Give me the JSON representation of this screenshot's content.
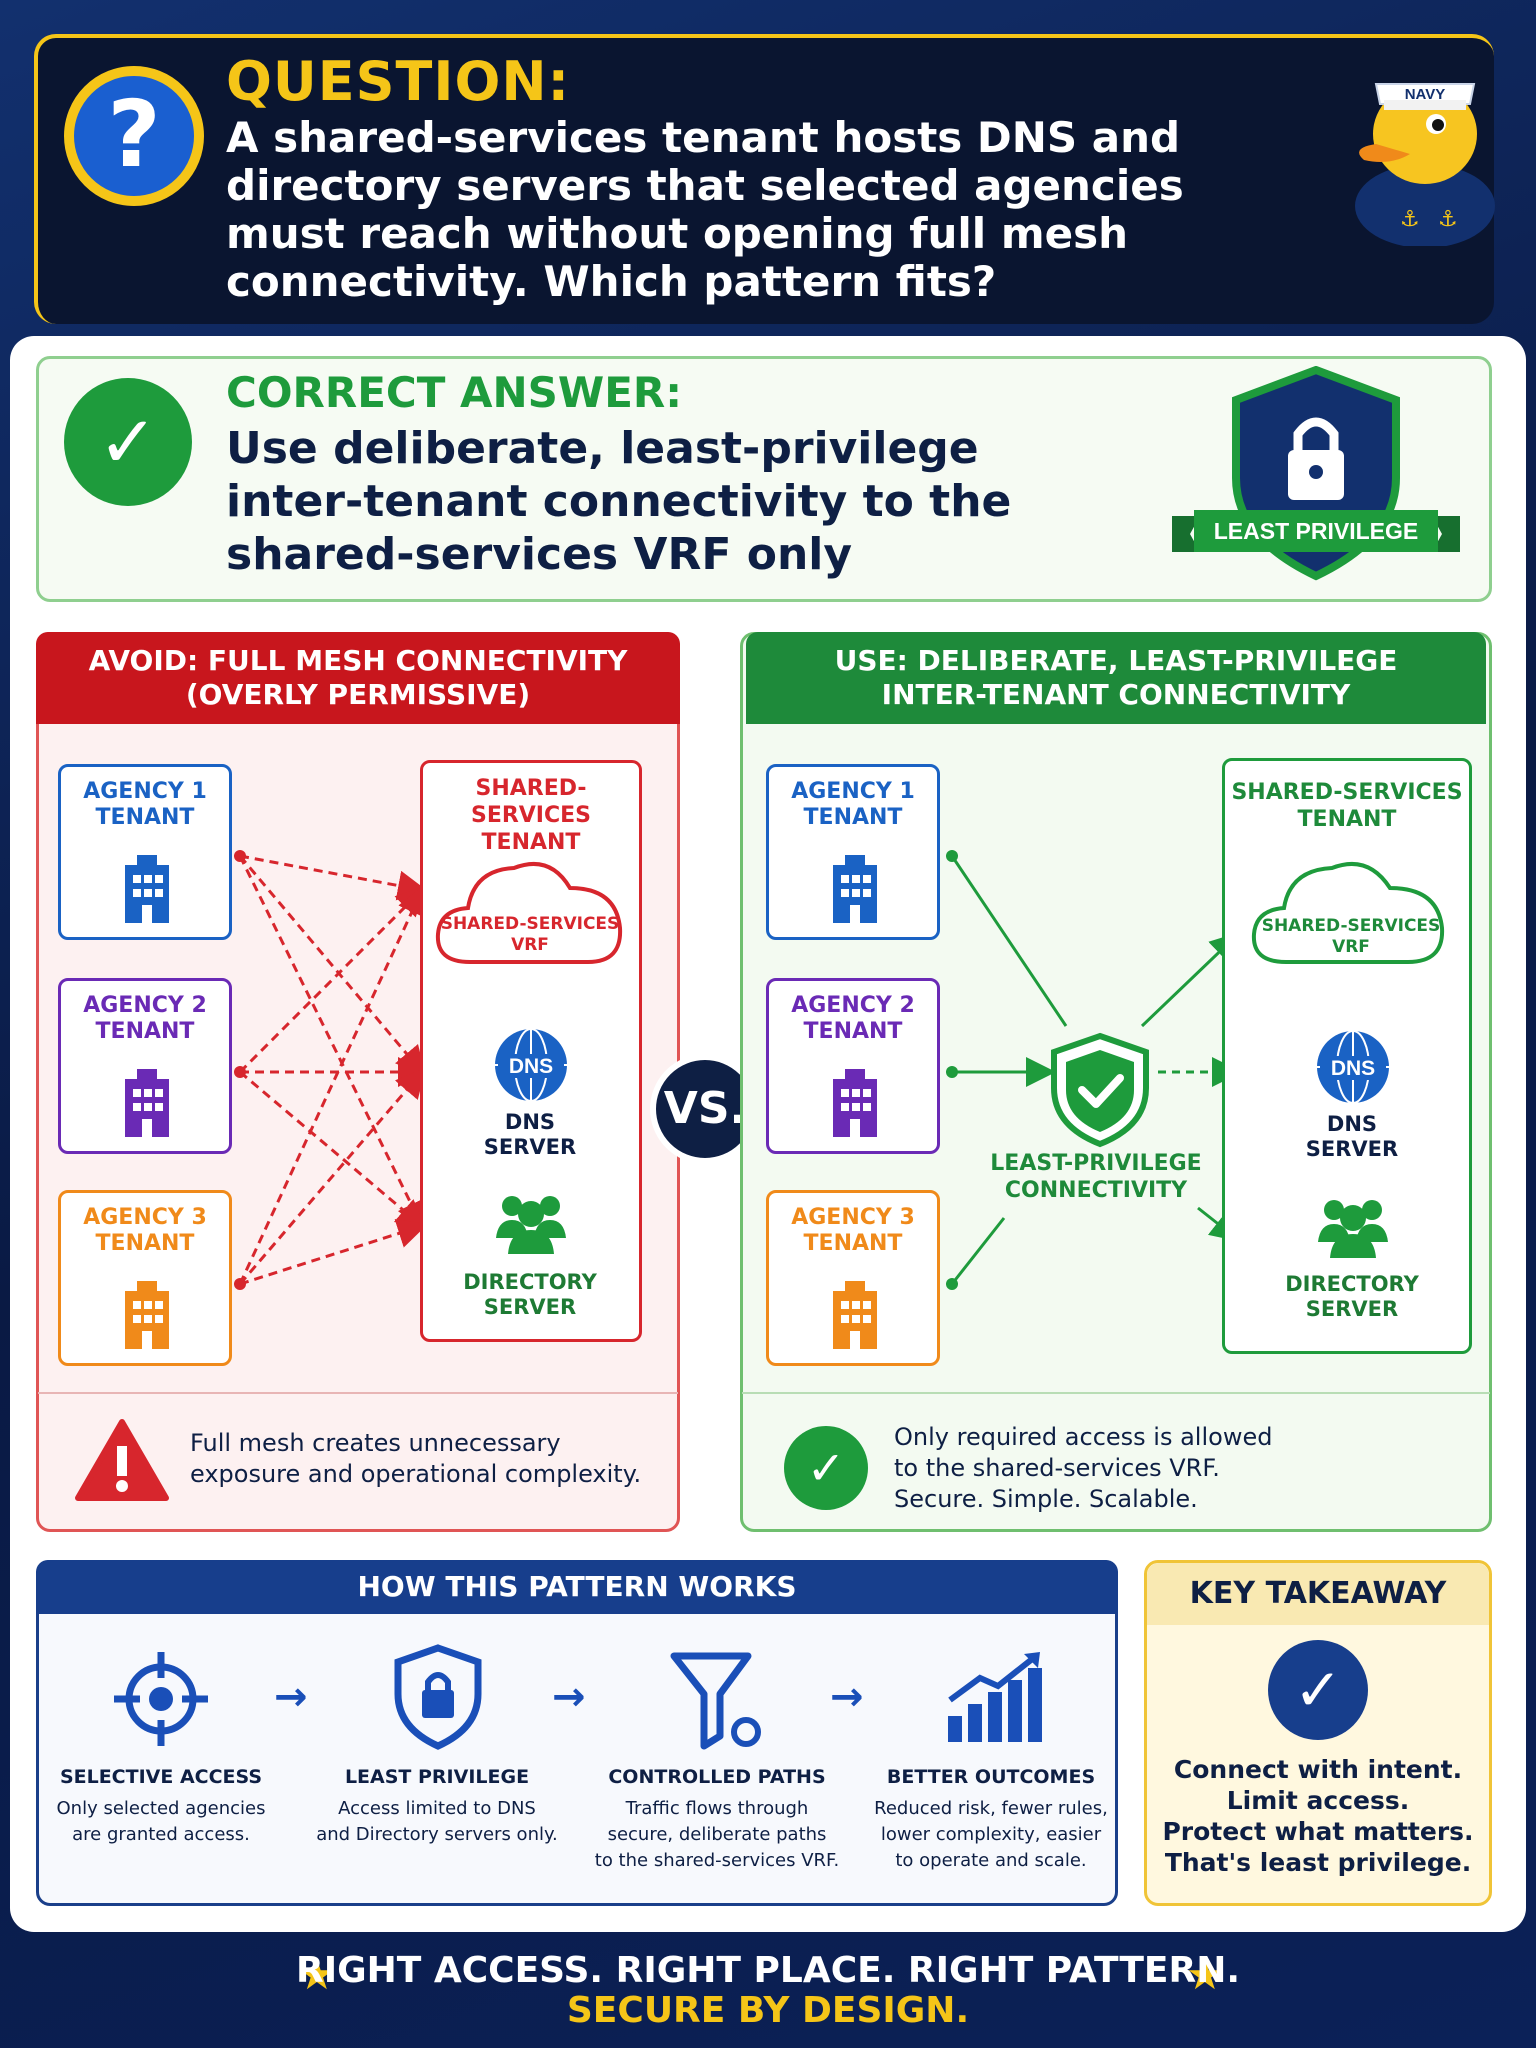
{
  "question": {
    "title": "QUESTION:",
    "text": "A shared-services tenant hosts DNS and directory servers that selected agencies must reach without opening full mesh connectivity. Which pattern fits?",
    "icon": "question-mark-icon",
    "mascot_hat_text": "NAVY"
  },
  "answer": {
    "title": "CORRECT ANSWER:",
    "text": "Use deliberate, least-privilege inter-tenant connectivity to the shared-services VRF  only",
    "badge_label": "LEAST PRIVILEGE"
  },
  "avoid": {
    "header": "AVOID: FULL MESH CONNECTIVITY\n(OVERLY PERMISSIVE)",
    "tenants": [
      "AGENCY 1\nTENANT",
      "AGENCY 2\nTENANT",
      "AGENCY 3\nTENANT"
    ],
    "shared_title": "SHARED-SERVICES\nTENANT",
    "vrf_label": "SHARED-SERVICES\nVRF",
    "dns_icon_text": "DNS",
    "dns_label": "DNS\nSERVER",
    "directory_label": "DIRECTORY\nSERVER",
    "note": "Full mesh creates unnecessary\nexposure and operational complexity."
  },
  "vs_label": "VS.",
  "use": {
    "header": "USE: DELIBERATE, LEAST-PRIVILEGE\nINTER-TENANT CONNECTIVITY",
    "tenants": [
      "AGENCY 1\nTENANT",
      "AGENCY 2\nTENANT",
      "AGENCY 3\nTENANT"
    ],
    "center_label": "LEAST-PRIVILEGE\nCONNECTIVITY",
    "shared_title": "SHARED-SERVICES\nTENANT",
    "vrf_label": "SHARED-SERVICES\nVRF",
    "dns_icon_text": "DNS",
    "dns_label": "DNS\nSERVER",
    "directory_label": "DIRECTORY\nSERVER",
    "note": "Only required access is allowed\nto the shared-services VRF.\nSecure. Simple. Scalable."
  },
  "how": {
    "header": "HOW THIS PATTERN WORKS",
    "steps": [
      {
        "title": "SELECTIVE ACCESS",
        "desc": "Only selected agencies\nare granted access.",
        "icon": "crosshair-icon"
      },
      {
        "title": "LEAST PRIVILEGE",
        "desc": "Access limited to DNS\nand Directory servers only.",
        "icon": "shield-lock-icon"
      },
      {
        "title": "CONTROLLED PATHS",
        "desc": "Traffic flows through\nsecure, deliberate paths\nto the shared-services VRF.",
        "icon": "funnel-icon"
      },
      {
        "title": "BETTER OUTCOMES",
        "desc": "Reduced risk, fewer rules,\nlower complexity, easier\nto operate and scale.",
        "icon": "growth-chart-icon"
      }
    ]
  },
  "key": {
    "header": "KEY TAKEAWAY",
    "text": "Connect with intent.\nLimit access.\nProtect what matters.\nThat's least privilege."
  },
  "footer": {
    "line1": "RIGHT ACCESS. RIGHT PLACE. RIGHT PATTERN.",
    "line2": "SECURE BY DESIGN."
  },
  "colors": {
    "navy": "#0b1f4d",
    "gold": "#f5c518",
    "red": "#c8161d",
    "green": "#1e8a3a",
    "blue": "#1a62c4",
    "purple": "#6a2ab5",
    "orange": "#f08a1a"
  }
}
